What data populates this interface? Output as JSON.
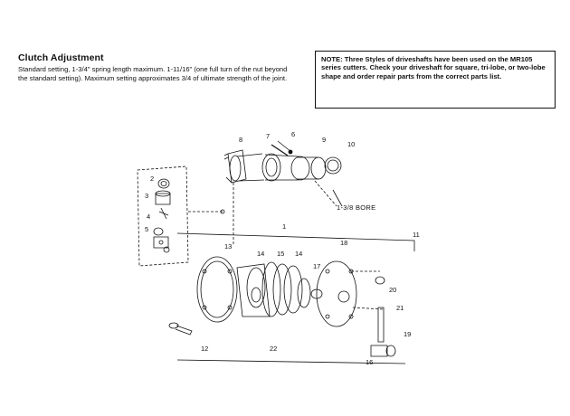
{
  "clutch": {
    "heading": "Clutch Adjustment",
    "paragraph": "Standard setting, 1-3/4\" spring length maximum. 1-11/16\" (one full turn of the nut beyond the standard setting). Maximum setting approximates 3/4 of ultimate strength of the joint."
  },
  "note": {
    "text": "NOTE: Three Styles of driveshafts have been used on the MR105 series cutters. Check your driveshaft for square, tri-lobe, or two-lobe shape and order repair parts from the correct parts list."
  },
  "callouts": {
    "c1": "1",
    "c2": "2",
    "c3": "3",
    "c4": "4",
    "c5": "5",
    "c6": "6",
    "c7": "7",
    "c8": "8",
    "c9": "9",
    "c10": "10",
    "c11": "11",
    "c12": "12",
    "c13": "13",
    "c14a": "14",
    "c14b": "14",
    "c15": "15",
    "c16": "16",
    "c17": "17",
    "c18": "18",
    "c19": "19",
    "c20": "20",
    "c21": "21",
    "c22": "22"
  },
  "bore_label": "1-3/8 BORE"
}
